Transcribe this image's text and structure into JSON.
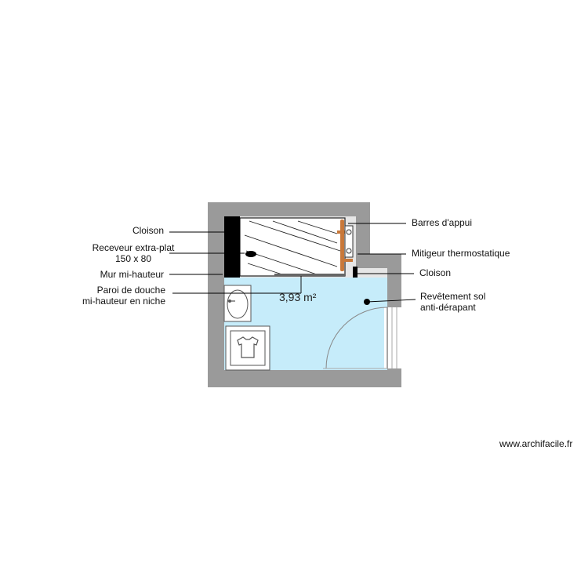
{
  "plan": {
    "area": "3,93 m²",
    "labels": {
      "cloison_left": "Cloison",
      "receveur_line1": "Receveur extra-plat",
      "receveur_line2": "150 x 80",
      "mur_mi_hauteur": "Mur mi-hauteur",
      "paroi_line1": "Paroi de douche",
      "paroi_line2": "mi-hauteur en niche",
      "barres": "Barres d'appui",
      "mitigeur": "Mitigeur thermostatique",
      "cloison_right": "Cloison",
      "revetement_line1": "Revêtement sol",
      "revetement_line2": "anti-dérapant"
    },
    "colors": {
      "wall": "#9a9a9a",
      "floor": "#c6ecfa",
      "halfwall": "#000000",
      "leader": "#000000",
      "grab_bar": "#c8783a"
    }
  },
  "footer": {
    "watermark": "www.archifacile.fr"
  }
}
